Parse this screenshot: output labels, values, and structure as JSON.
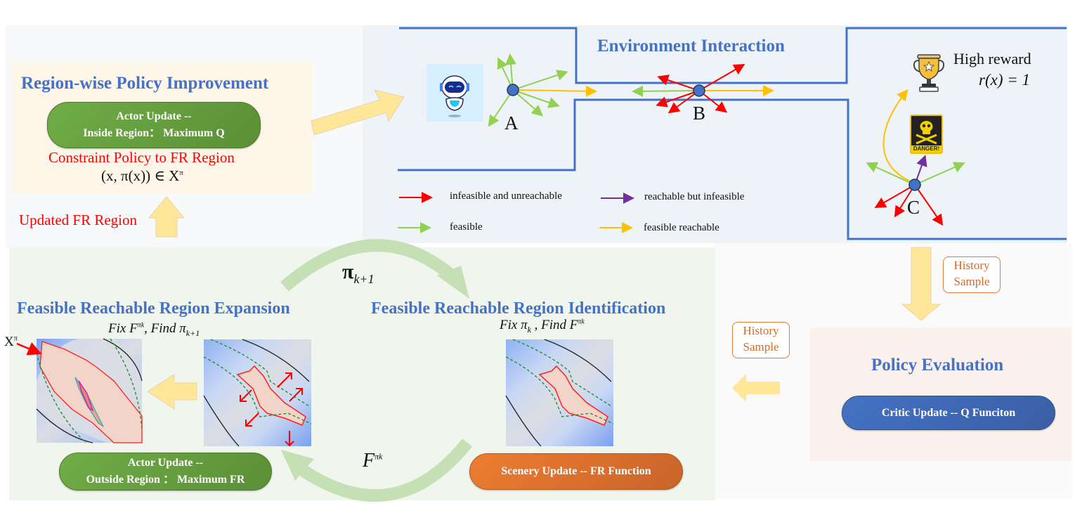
{
  "region_policy_improvement": {
    "title": "Region-wise Policy Improvement",
    "actor_update_line1": "Actor Update --",
    "actor_update_line2": "Inside Region：  Maximum Q",
    "constraint_text": "Constraint Policy to FR Region",
    "constraint_formula": "(x, π(x))  ∈  X",
    "constraint_formula_sup": "π",
    "updated_label": "Updated FR Region"
  },
  "environment_interaction": {
    "title": "Environment Interaction",
    "state_labels": [
      "A",
      "B",
      "C"
    ],
    "reward_label": "High reward",
    "reward_formula": "r(x) = 1",
    "danger_label": "DANGER!",
    "icons": [
      "robot-icon",
      "trophy-icon",
      "danger-skull-icon"
    ],
    "legend": [
      {
        "label": "infeasible and unreachable",
        "color": "#ff0000"
      },
      {
        "label": "reachable but infeasible",
        "color": "#7030a0"
      },
      {
        "label": "feasible",
        "color": "#92d050"
      },
      {
        "label": "feasible reachable",
        "color": "#ffc000"
      }
    ]
  },
  "history_sample_1": {
    "line1": "History",
    "line2": "Sample"
  },
  "history_sample_2": {
    "line1": "History",
    "line2": "Sample"
  },
  "policy_evaluation": {
    "title": "Policy Evaluation",
    "critic_update": "Critic Update -- Q Funciton"
  },
  "region_expansion": {
    "title": "Feasible Reachable Region Expansion",
    "subtitle_pre": "Fix F",
    "subtitle_sup": "πk",
    "subtitle_post": ", Find π",
    "subtitle_sub": "k+1",
    "x_pi_label": "X",
    "x_pi_sup": "π",
    "actor_update_line1": "Actor Update --",
    "actor_update_line2": "Outside Region ：  Maximum FR"
  },
  "region_identification": {
    "title": "Feasible Reachable Region Identification",
    "subtitle_pre": "Fix π",
    "subtitle_sub": "k",
    "subtitle_post": " , Find F",
    "subtitle_sup": "πk",
    "scenery_update": "Scenery Update -- FR Function"
  },
  "cycle_labels": {
    "top_main": "π",
    "top_sub": "k+1",
    "bottom_main": "F",
    "bottom_sup": "πk"
  },
  "colors": {
    "title_blue": "#4472c4",
    "wall_blue": "#4472c4",
    "red": "#ff0000",
    "green_arrow": "#92d050",
    "yellow_arrow": "#ffc000",
    "purple_arrow": "#7030a0",
    "block_arrow": "#ffe699",
    "cycle_arrow": "#c5e0b4"
  }
}
